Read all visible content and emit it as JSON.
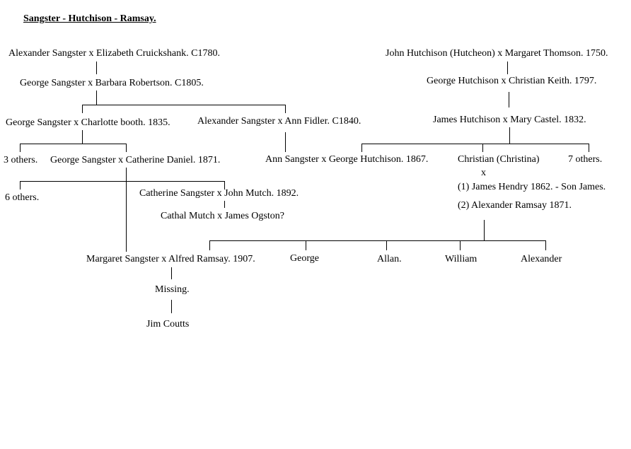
{
  "title": "Sangster - Hutchison - Ramsay.",
  "sangster": {
    "gen1": "Alexander Sangster x Elizabeth Cruickshank. C1780.",
    "gen2": "George Sangster x Barbara Robertson. C1805.",
    "gen3a": "George Sangster x Charlotte booth. 1835.",
    "gen3b": "Alexander Sangster x Ann Fidler. C1840.",
    "gen4_others": "3 others.",
    "gen4a": "George Sangster x Catherine Daniel. 1871.",
    "gen4b": "Ann Sangster x George Hutchison. 1867.",
    "gen5_others": "6 others.",
    "gen5a": "Catherine Sangster x John Mutch. 1892.",
    "gen6a": "Cathal Mutch x James Ogston?",
    "gen5b": "Margaret Sangster x Alfred Ramsay. 1907.",
    "gen6b": "Missing.",
    "gen7b": "Jim Coutts"
  },
  "hutchison": {
    "gen1": "John Hutchison (Hutcheon) x Margaret Thomson. 1750.",
    "gen2": "George Hutchison x Christian Keith. 1797.",
    "gen3": "James Hutchison x Mary Castel. 1832.",
    "christian": "Christian (Christina)",
    "x": "x",
    "spouse1": "(1) James Hendry 1862. - Son James.",
    "spouse2": "(2) Alexander Ramsay 1871.",
    "others": "7 others."
  },
  "ramsay_children": [
    "George",
    "Allan.",
    "William",
    "Alexander"
  ]
}
